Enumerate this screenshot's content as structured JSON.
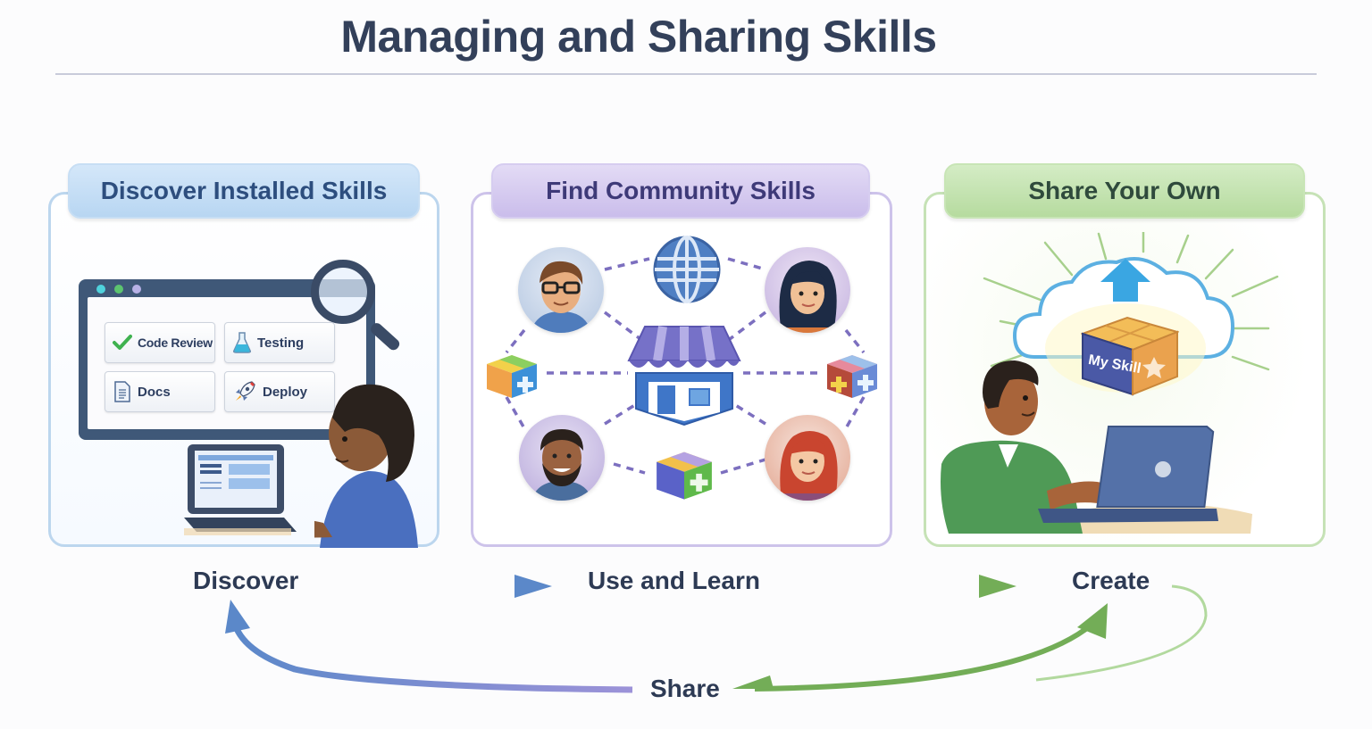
{
  "title": "Managing and Sharing Skills",
  "panels": [
    {
      "id": "discover",
      "heading": "Discover Installed Skills",
      "color": "#b8d6f2",
      "browser": {
        "window_dots": [
          "#4fd2dc",
          "#5cc46f",
          "#b7b1e6"
        ],
        "skills": [
          {
            "label": "Code Review",
            "icon": "checkmark-icon"
          },
          {
            "label": "Testing",
            "icon": "flask-icon"
          },
          {
            "label": "Docs",
            "icon": "document-icon"
          },
          {
            "label": "Deploy",
            "icon": "rocket-icon"
          }
        ]
      }
    },
    {
      "id": "community",
      "heading": "Find Community Skills",
      "color": "#cabdeb",
      "center_icon": "storefront-icon",
      "nodes": [
        "avatar-man-glasses",
        "globe-icon",
        "avatar-woman-dark-hair",
        "skill-cube-left",
        "skill-cube-right",
        "avatar-man-beard",
        "skill-cube-bottom",
        "avatar-woman-red-hair"
      ]
    },
    {
      "id": "share",
      "heading": "Share Your Own",
      "color": "#b6db9f",
      "package_label": "My Skill"
    }
  ],
  "flow": {
    "steps": [
      "Discover",
      "Use and Learn",
      "Create",
      "Share"
    ],
    "colors": {
      "blue": "#5b88c9",
      "purple": "#8a7fcf",
      "green": "#73ad57"
    }
  }
}
